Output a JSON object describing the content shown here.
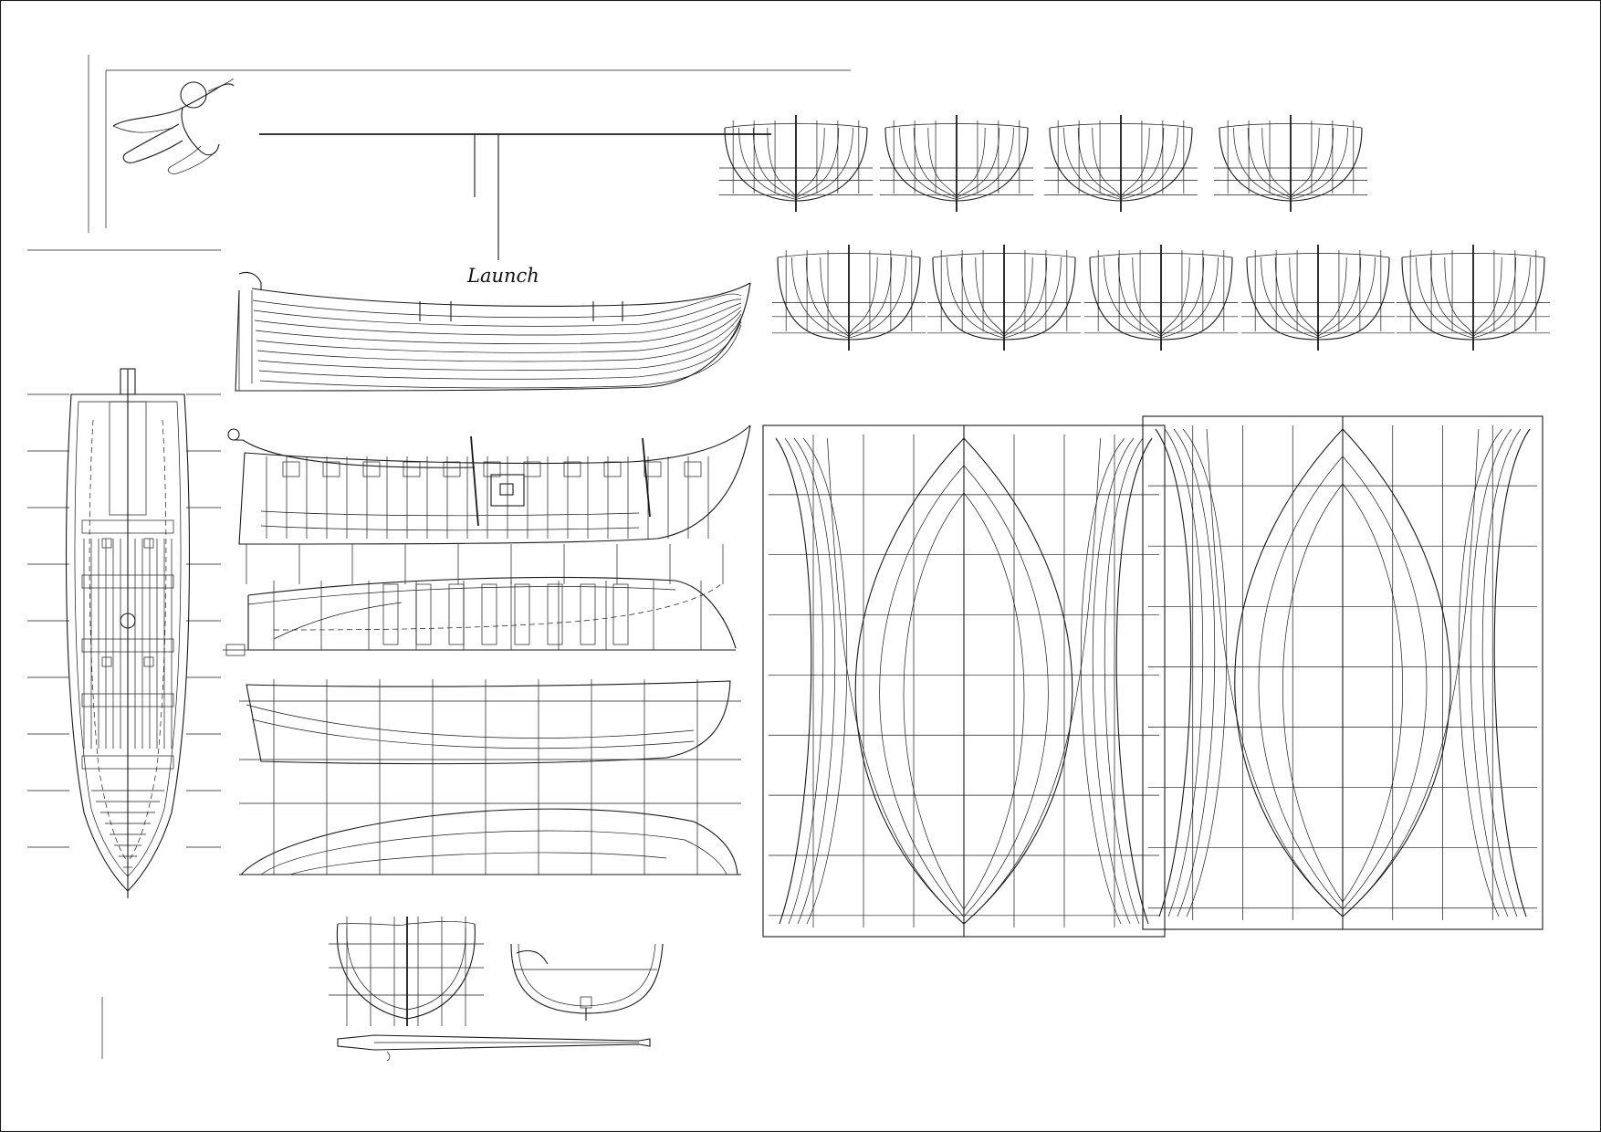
{
  "sheet": {
    "title": "Launch",
    "ink_color": "#1a1a1a",
    "paper_color": "#ffffff"
  },
  "views": [
    {
      "id": "emblem",
      "kind": "cherub-emblem"
    },
    {
      "id": "profile",
      "kind": "exterior-profile"
    },
    {
      "id": "inboard",
      "kind": "inboard-profile"
    },
    {
      "id": "longitudinal-section",
      "kind": "section"
    },
    {
      "id": "body-plan-top",
      "kind": "body-plan",
      "count": 4
    },
    {
      "id": "body-plan-middle",
      "kind": "body-plan",
      "count": 5
    },
    {
      "id": "plan",
      "kind": "deck-plan"
    },
    {
      "id": "lines",
      "kind": "sheer-and-half-breadth"
    },
    {
      "id": "developments",
      "kind": "frame-developments",
      "count": 2
    },
    {
      "id": "midship-section",
      "kind": "section"
    },
    {
      "id": "transverse-section",
      "kind": "section"
    },
    {
      "id": "oar",
      "kind": "oar"
    }
  ]
}
